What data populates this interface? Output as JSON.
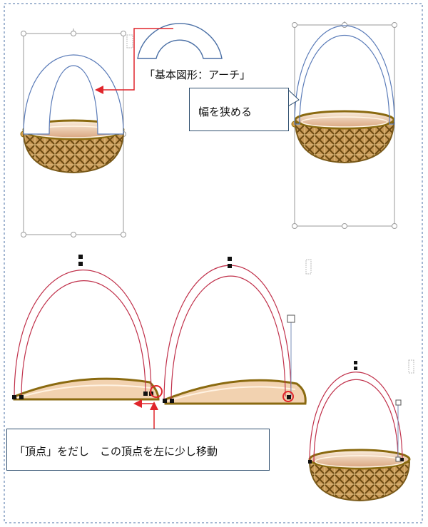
{
  "labels": {
    "arch_shape_name": "「基本図形：アーチ」",
    "narrow_width_note": "幅を狭める",
    "vertex_instruction": "「頂点」をだし　この頂点を左に少し移動"
  },
  "colors": {
    "frame_border": "#4a6fa5",
    "handle_outline": "#5a7bb8",
    "edit_path": "#c0304a",
    "arrow_red": "#e0252b",
    "basket_rim": "#8a6a10",
    "basket_weave": "#7a5a1a",
    "basket_cream": "#f2d2b0",
    "selection_gray": "#9a9a9a"
  },
  "icons": {
    "selection_handle": "circle-handle-icon",
    "vertex_point": "black-square-vertex-icon",
    "layout_options": "layout-options-icon"
  }
}
